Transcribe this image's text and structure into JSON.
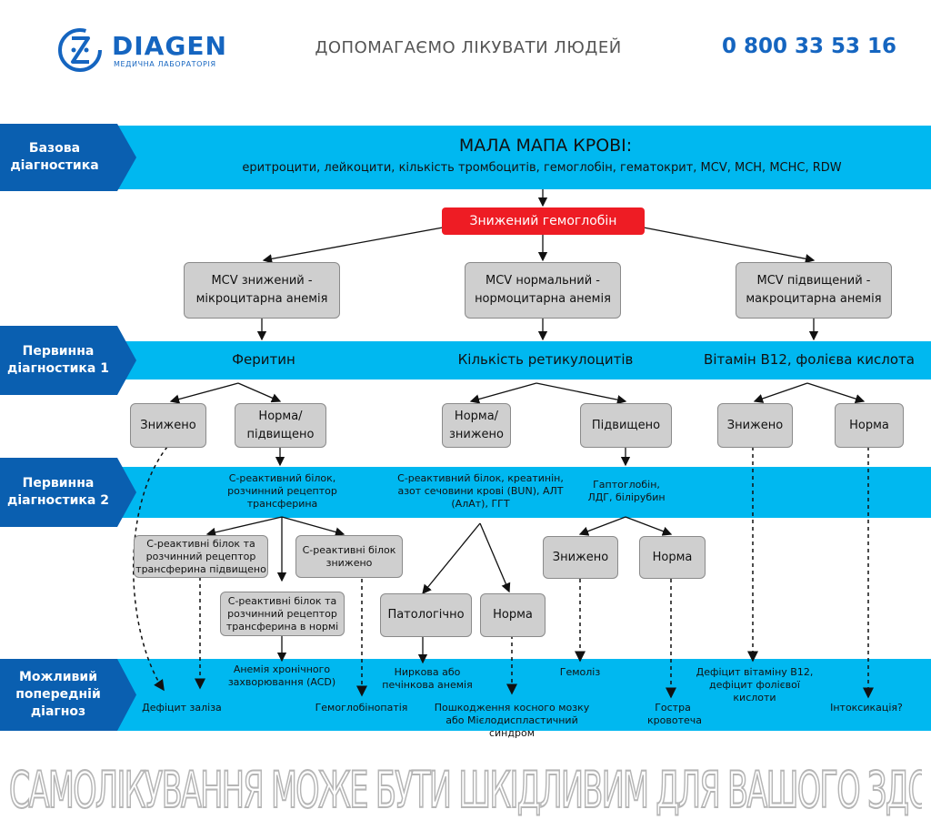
{
  "header": {
    "logo_name": "DIAGEN",
    "logo_sub": "МЕДИЧНА ЛАБОРАТОРІЯ",
    "slogan": "ДОПОМАГАЄМО ЛІКУВАТИ ЛЮДЕЙ",
    "phone": "0 800 33 53 16"
  },
  "levels": {
    "base": "Базова діагностика",
    "primary1": "Первинна діагностика 1",
    "primary2": "Первинна діагностика 2",
    "diagnosis": "Можливий попередній діагноз"
  },
  "top": {
    "title": "МАЛА МАПА КРОВІ:",
    "subtitle": "еритроцити, лейкоцити, кількість тромбоцитів, гемоглобін, гематокрит, MCV, MCH, MCHC, RDW"
  },
  "nodes": {
    "low_hb": "Знижений гемоглобін",
    "mcv_low": "MCV знижений - мікроцитарна анемія",
    "mcv_norm": "MCV нормальний - нормоцитарна анемія",
    "mcv_high": "MCV підвищений - макроцитарна анемія",
    "l_low": "Знижено",
    "l_norm": "Норма/ підвищено",
    "m_norm": "Норма/ знижено",
    "m_high": "Підвищено",
    "r_low": "Знижено",
    "r_norm": "Норма",
    "crp_up": "С-реактивні білок та розчинний рецептор трансферина підвищено",
    "crp_low": "С-реактивні білок знижено",
    "crp_norm": "С-реактивні білок та розчинний рецептор трансферина в нормі",
    "patol": "Патологічно",
    "m_norm2": "Норма",
    "hapt_low": "Знижено",
    "hapt_norm": "Норма"
  },
  "tests1": {
    "ferritin": "Феритин",
    "retic": "Кількість ретикулоцитів",
    "b12": "Вітамін B12, фолієва кислота"
  },
  "tests2": {
    "crp_tf": "С-реактивний білок, розчинний рецептор трансферина",
    "renal": "С-реактивний білок, креатинін, азот сечовини крові (BUN), АЛТ (АлАт), ГГТ",
    "hapt": "Гаптоглобін, ЛДГ, білірубин"
  },
  "diagnoses": {
    "iron_def": "Дефіцит заліза",
    "acd": "Анемія хронічного захворювання (ACD)",
    "hemoglobinopathy": "Гемоглобінопатія",
    "renal_liver": "Ниркова або печінкова анемія",
    "marrow": "Пошкодження косного мозку або Мієлодиспластичний синдром",
    "hemolysis": "Гемоліз",
    "bleeding": "Гостра кровотеча",
    "b12_def": "Дефіцит вітаміну B12, дефіцит фолієвої кислоти",
    "intox": "Інтоксикація?"
  },
  "footer": {
    "warning": "САМОЛІКУВАННЯ МОЖЕ БУТИ ШКІДЛИВИМ ДЛЯ ВАШОГО ЗДОРОВ'Я"
  },
  "colors": {
    "band": "#00b8f0",
    "tag": "#0a5fb0",
    "brand": "#1565c0",
    "red_node": "#ee1c24",
    "node": "#cfcfcf"
  }
}
